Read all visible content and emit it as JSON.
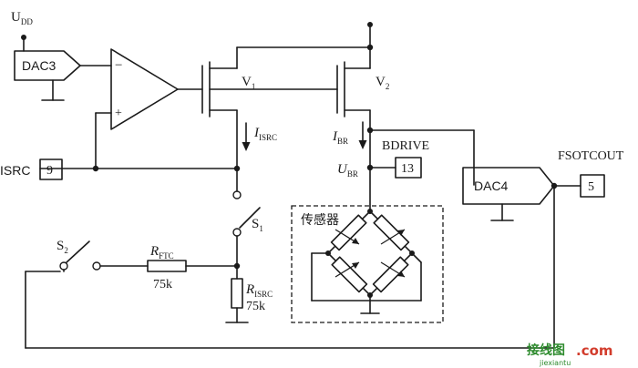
{
  "labels": {
    "vdd_main": "U",
    "vdd_sub": "DD",
    "dac3": "DAC3",
    "dac4": "DAC4",
    "minus": "−",
    "plus": "+",
    "v1_main": "V",
    "v1_sub": "1",
    "v2_main": "V",
    "v2_sub": "2",
    "isrc_current_main": "I",
    "isrc_current_sub": "ISRC",
    "ibr_main": "I",
    "ibr_sub": "BR",
    "ubr_main": "U",
    "ubr_sub": "BR",
    "bdrive": "BDRIVE",
    "pin_13": "13",
    "fsotcout": "FSOTCOUT",
    "pin_5": "5",
    "isrc_pin": "ISRC",
    "pin_9": "9",
    "s1_main": "S",
    "s1_sub": "1",
    "s2_main": "S",
    "s2_sub": "2",
    "rftc_main": "R",
    "rftc_sub": "FTC",
    "rftc_value": "75k",
    "risrc_main": "R",
    "risrc_sub": "ISRC",
    "risrc_value": "75k",
    "sensor": "传感器"
  },
  "watermark": {
    "brand": "接线图",
    "domain": ".com",
    "url": "jiexiantu"
  },
  "colors": {
    "ink": "#1a1a1a",
    "watermark_green": "#2e8b2e",
    "watermark_red": "#d23c2c"
  }
}
